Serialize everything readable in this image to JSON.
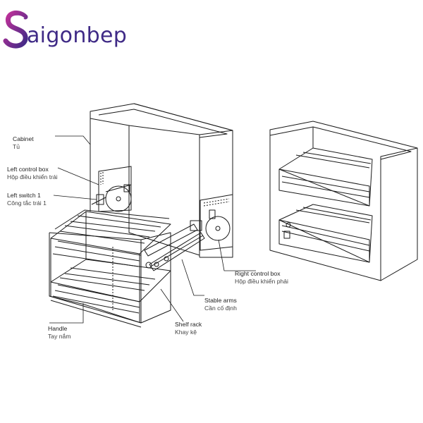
{
  "brand": {
    "initial": "S",
    "rest": "aigonbep",
    "color_a": "#3f2a86",
    "color_b": "#c4319a"
  },
  "labels": {
    "cabinet": {
      "en": "Cabinet",
      "vi": "Tủ"
    },
    "left_control": {
      "en": "Left control box",
      "vi": "Hộp điều khiển trái"
    },
    "left_switch": {
      "en": "Left switch 1",
      "vi": "Công tắc trái 1"
    },
    "right_control": {
      "en": "Right control box",
      "vi": "Hộp điều khiển phải"
    },
    "stable_arms": {
      "en": "Stable arms",
      "vi": "Cần cố định"
    },
    "shelf_rack": {
      "en": "Shelf rack",
      "vi": "Khay kệ"
    },
    "handle": {
      "en": "Handle",
      "vi": "Tay nắm"
    }
  },
  "colors": {
    "line": "#1a1a1a",
    "label": "#222222"
  }
}
